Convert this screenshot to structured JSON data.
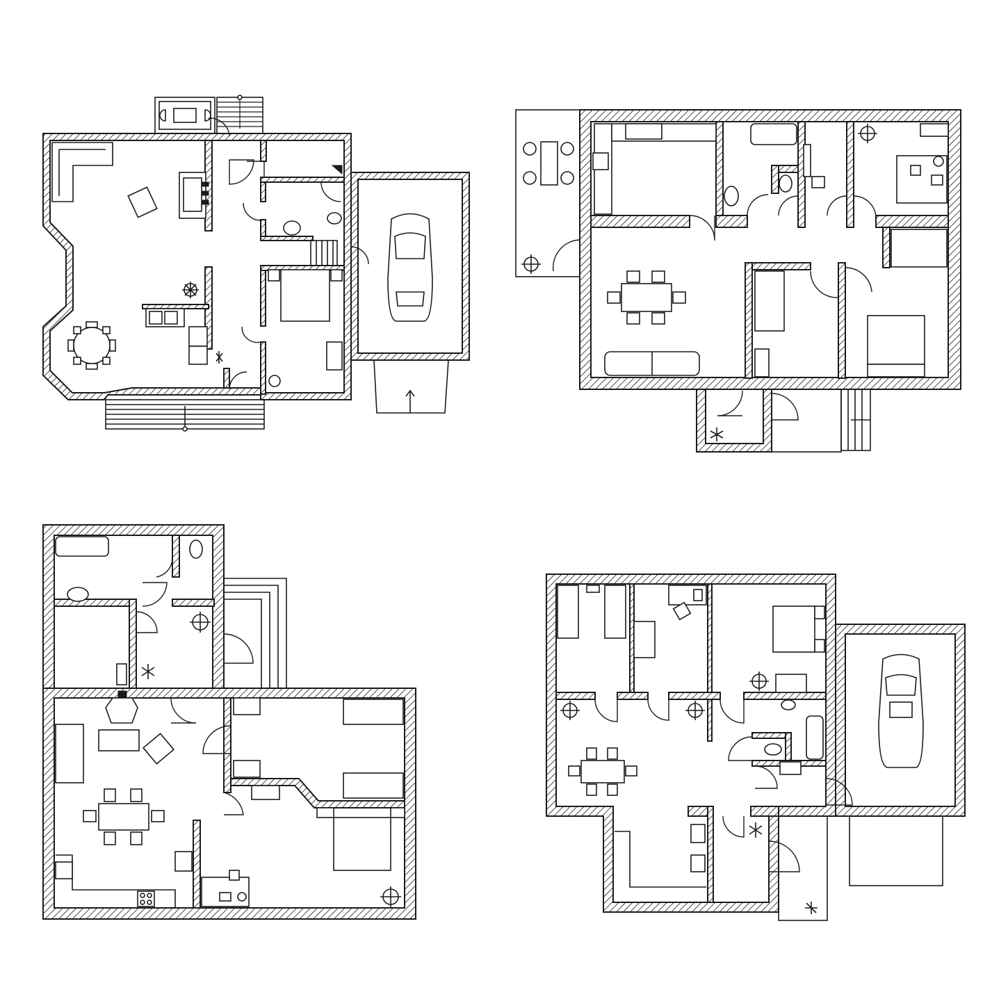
{
  "image": {
    "description_text": "",
    "colors": {
      "line": "#1a1a1a",
      "background": "#ffffff"
    },
    "plans": [
      {
        "name": "plan-top-left"
      },
      {
        "name": "plan-top-right"
      },
      {
        "name": "plan-bottom-left"
      },
      {
        "name": "plan-bottom-right"
      }
    ]
  }
}
